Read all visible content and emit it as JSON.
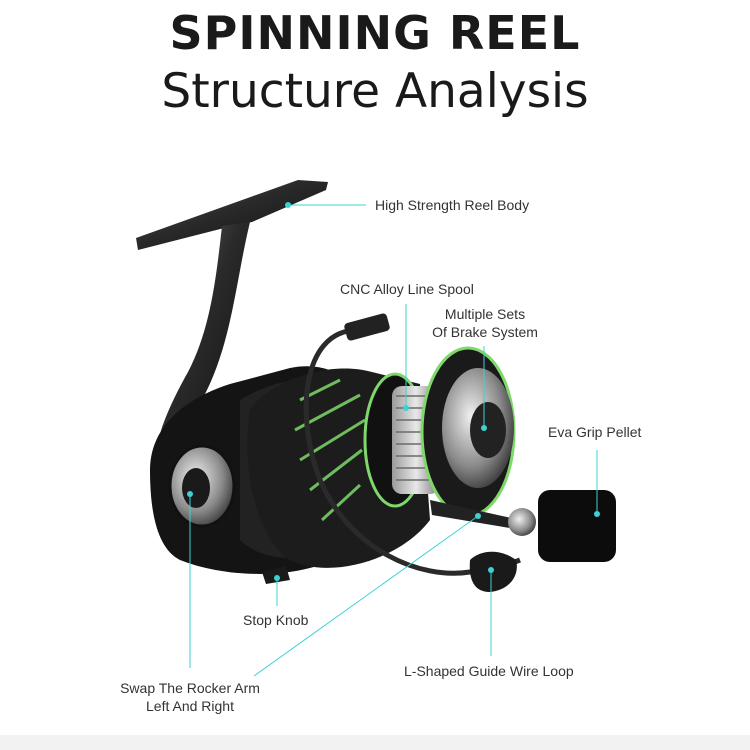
{
  "title": "SPINNING REEL",
  "subtitle": "Structure Analysis",
  "accent_color": "#3fd0d4",
  "labels": {
    "reel_body": "High Strength Reel Body",
    "line_spool": "CNC Alloy Line Spool",
    "brake_line1": "Multiple Sets",
    "brake_line2": "Of Brake System",
    "grip": "Eva Grip Pellet",
    "stop_knob": "Stop Knob",
    "guide_wire": "L-Shaped Guide Wire Loop",
    "rocker_line1": "Swap The Rocker Arm",
    "rocker_line2": "Left And Right"
  }
}
